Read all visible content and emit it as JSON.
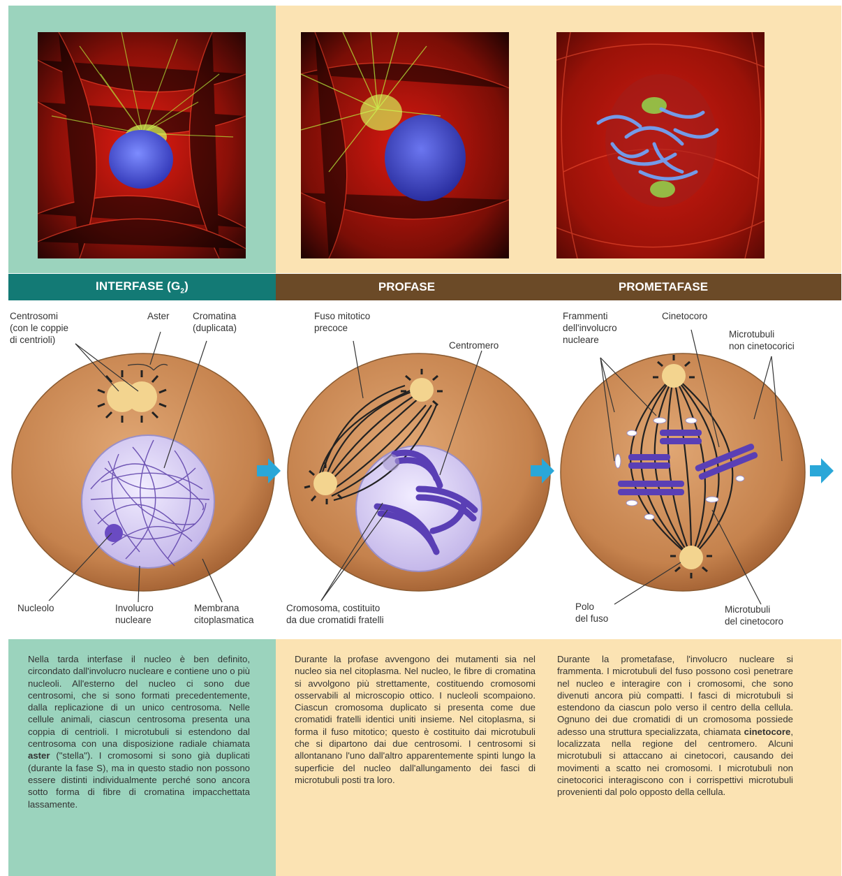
{
  "phases": [
    {
      "title": "INTERFASE (G",
      "title_sub": "2",
      "title_end": ")",
      "labels": {
        "centrosomi": "Centrosomi\n(con le coppie\ndi centrioli)",
        "aster": "Aster",
        "cromatina": "Cromatina\n(duplicata)",
        "nucleolo": "Nucleolo",
        "involucro": "Involucro\nnucleare",
        "membrana": "Membrana\ncitoplasmatica"
      },
      "text_before": "Nella tarda interfase il nucleo è ben definito, circondato dall'involucro nucleare e contiene uno o più nucleoli. All'esterno del nucleo ci sono due centrosomi, che si sono formati precedentemente, dalla replicazione di un unico centrosoma. Nelle cellule animali, ciascun centrosoma presenta una coppia di centrioli. I microtubuli si estendono dal centrosoma con una disposizione radiale chiamata ",
      "text_bold": "aster",
      "text_after": " (\"stella\"). I cromosomi si sono già duplicati (durante la fase S), ma in questo stadio non possono essere distinti individualmente perché sono ancora sotto forma di fibre di cromatina impacchettata lassamente."
    },
    {
      "title": "PROFASE",
      "labels": {
        "fuso": "Fuso mitotico\nprecoce",
        "centromero": "Centromero",
        "cromosoma": "Cromosoma, costituito\nda due cromatidi fratelli"
      },
      "text": "Durante la profase avvengono dei mutamenti sia nel nucleo sia nel citoplasma. Nel nucleo, le fibre di cromatina si avvolgono più strettamente, costituendo cromosomi osservabili al microscopio ottico. I nucleoli scompaiono. Ciascun cromosoma duplicato si presenta come due cromatidi fratelli identici uniti insieme. Nel citoplasma, si forma il fuso mitotico; questo è costituito dai microtubuli che si dipartono dai due centrosomi. I centrosomi si allontanano l'uno dall'altro apparentemente spinti lungo la superficie del nucleo dall'allungamento dei fasci di microtubuli posti tra loro."
    },
    {
      "title": "PROMETAFASE",
      "labels": {
        "frammenti": "Frammenti\ndell'involucro\nnucleare",
        "cinetocoro": "Cinetocoro",
        "non_cinetocorici": "Microtubuli\nnon cinetocorici",
        "polo": "Polo\ndel fuso",
        "mt_cinetocoro": "Microtubuli\ndel cinetocoro"
      },
      "text_before": "Durante la prometafase, l'involucro nucleare si frammenta. I microtubuli del fuso possono così penetrare nel nucleo e interagire con i cromosomi, che sono divenuti ancora più compatti. I fasci di microtubuli si estendono da ciascun polo verso il centro della cellula. Ognuno dei due cromatidi di un cromosoma possiede adesso una struttura specializzata, chiamata ",
      "text_bold": "cinetocore",
      "text_after": ", localizzata nella regione del centromero. Alcuni microtubuli si attaccano ai cinetocori, causando dei movimenti a scatto nei cromosomi. I microtubuli non cinetocorici interagiscono con i corrispettivi microtubuli provenienti dal polo opposto della cellula."
    }
  ],
  "colors": {
    "interfase_bg": "#9bd3bd",
    "mitosis_bg": "#fbe3b3",
    "interfase_bar": "#137a75",
    "mitosis_bar": "#6b4a27",
    "cell": "#c98a58",
    "arrow": "#2aa7d8"
  }
}
